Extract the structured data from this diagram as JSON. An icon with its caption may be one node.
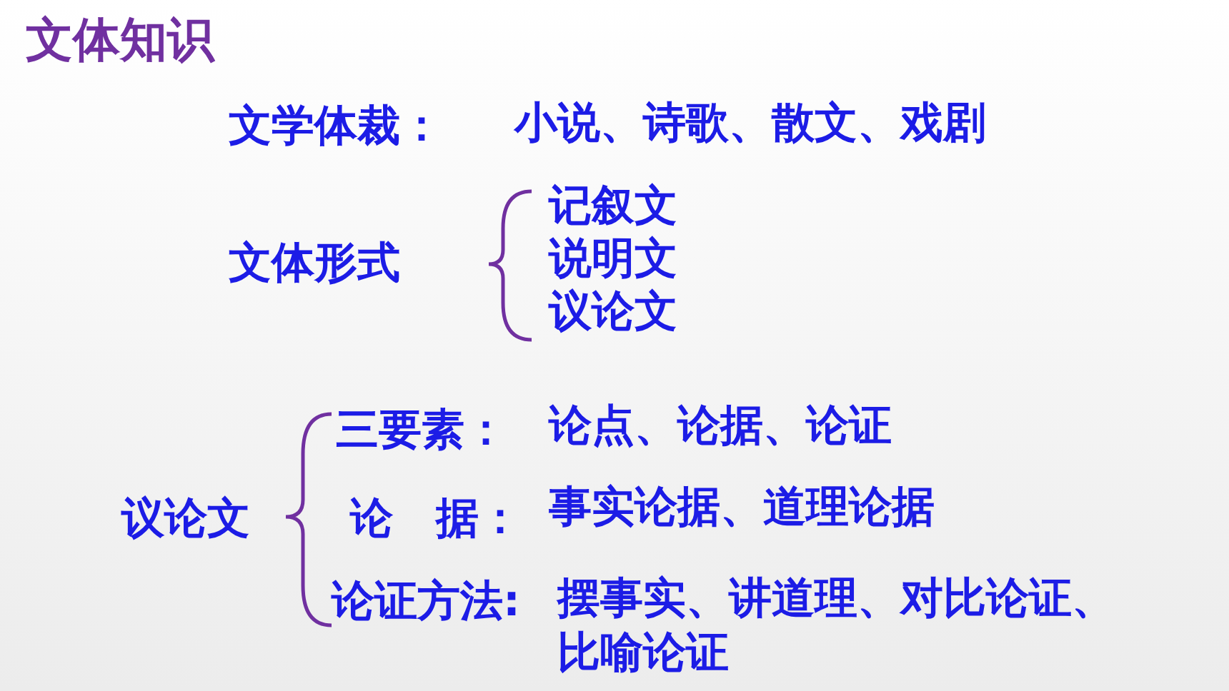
{
  "diagram": {
    "title": "文体知识",
    "labels": [
      "文学体裁：",
      "小说、诗歌、散文、戏剧",
      "文体形式",
      "记叙文",
      "说明文",
      "议论文",
      "议论文",
      "三要素：",
      "论点、论据、论证",
      "论　据：",
      "事实论据、道理论据",
      "论证方法:",
      "摆事实、讲道理、对比论证、比喻论证"
    ]
  }
}
